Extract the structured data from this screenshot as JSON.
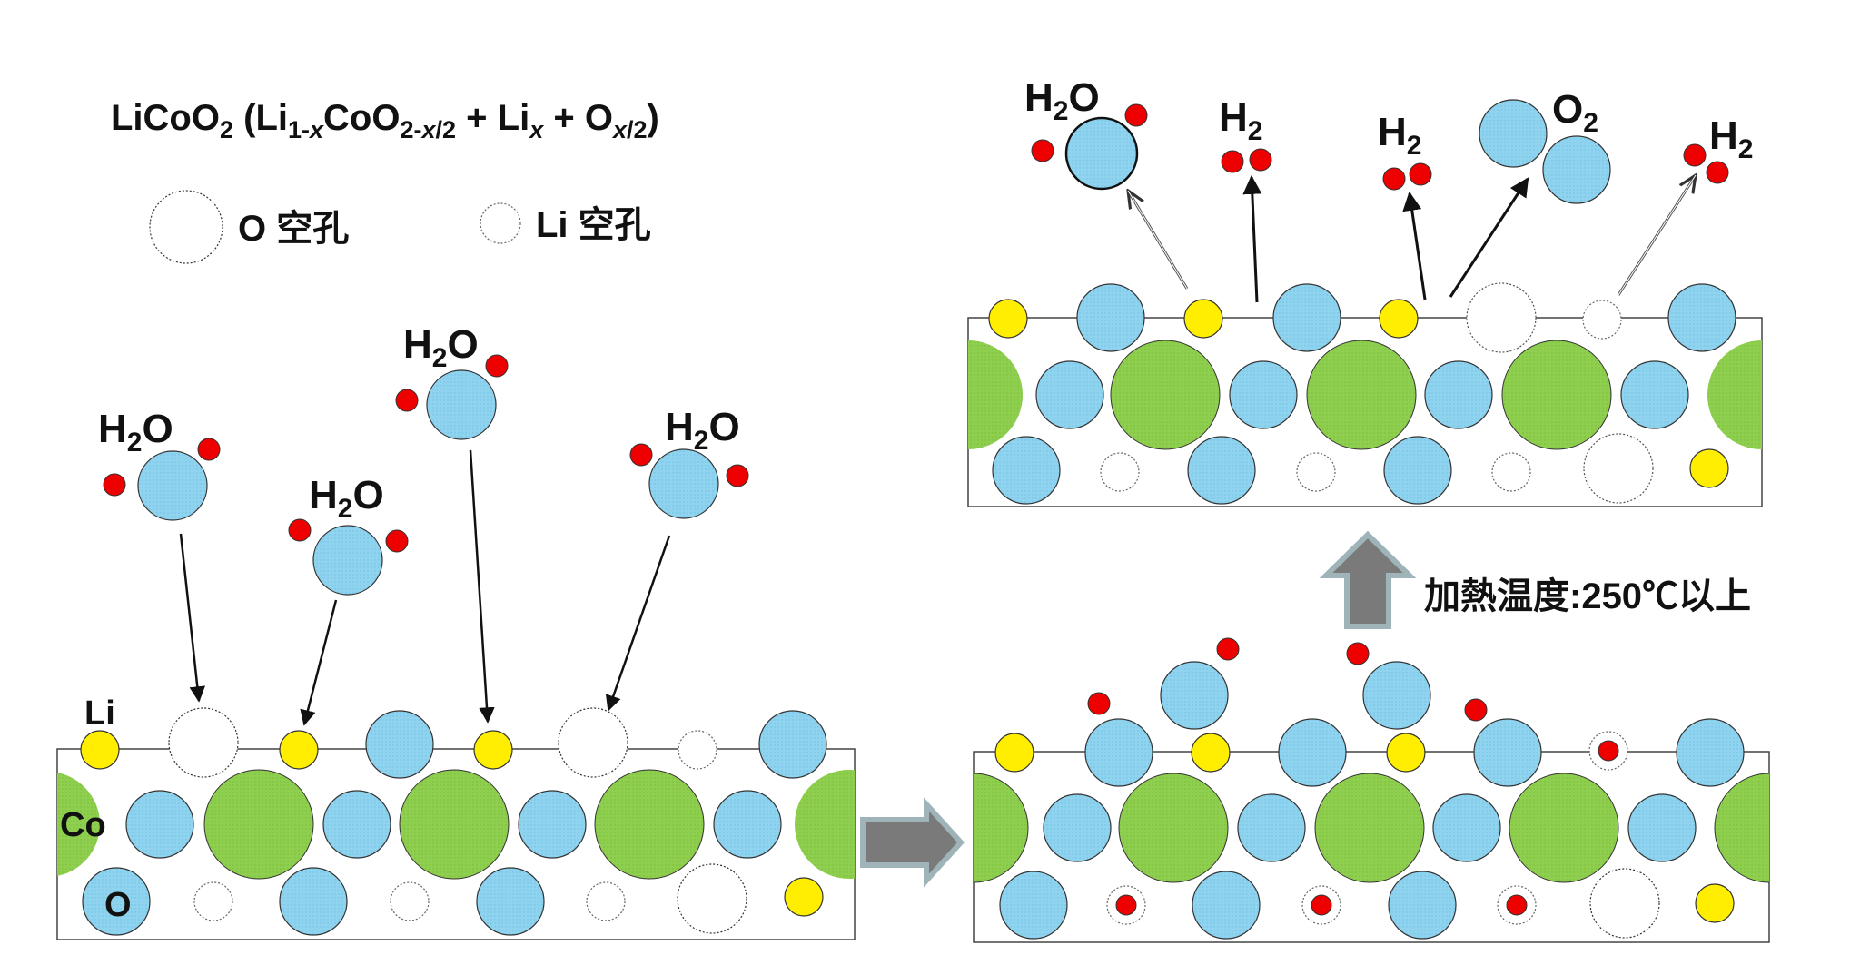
{
  "formula": {
    "base": "LiCoO",
    "sub_2": "2",
    "open": " (Li",
    "sub_1mx": "1-",
    "sub_x1": "x",
    "mid": "CoO",
    "sub_2mx": "2-",
    "sub_x2": "x",
    "sub_div2a": "/2",
    "plus_li": " + Li",
    "sub_x3": "x",
    "plus_o": " + O",
    "sub_x4": "x",
    "sub_div2b": "/2",
    "close": ")"
  },
  "legend": {
    "o_vacancy": "O 空孔",
    "li_vacancy": "Li 空孔"
  },
  "labels": {
    "li": "Li",
    "co": "Co",
    "o": "O",
    "heating": "加熱温度:250℃以上"
  },
  "molecules": {
    "h2o_main": "H",
    "h2o_sub": "2",
    "h2o_tail": "O",
    "h2_main": "H",
    "h2_sub": "2",
    "o2_main": "O",
    "o2_sub": "2"
  },
  "colors": {
    "oxygen": "#8fd3ef",
    "cobalt": "#8fcf4f",
    "lithium": "#ffee00",
    "hydrogen": "#ee0000",
    "arrow_fill": "#7a7a7a",
    "arrow_outline": "#9fb4b8"
  }
}
